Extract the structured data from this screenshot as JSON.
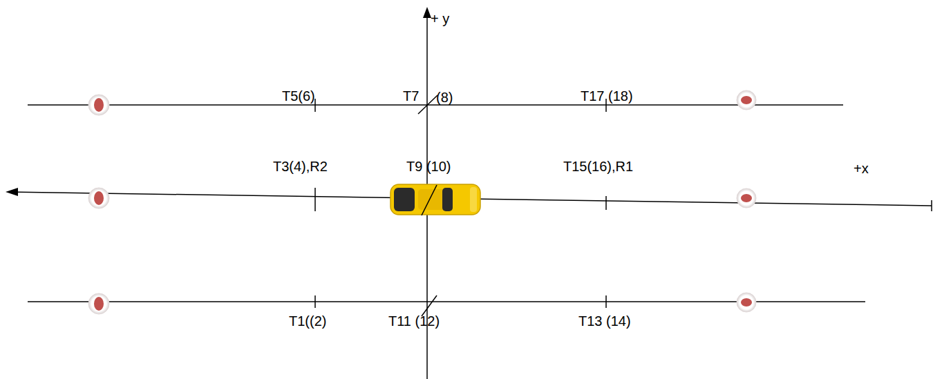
{
  "diagram": {
    "labels": [
      "+ y",
      "T5(6)",
      "T7",
      "(8)",
      "T17 (18)",
      "T3(4),R2",
      "T9 (10)",
      "T15(16),R1",
      "+x",
      "T1((2)",
      "T11 (12)",
      "T13 (14)"
    ]
  }
}
